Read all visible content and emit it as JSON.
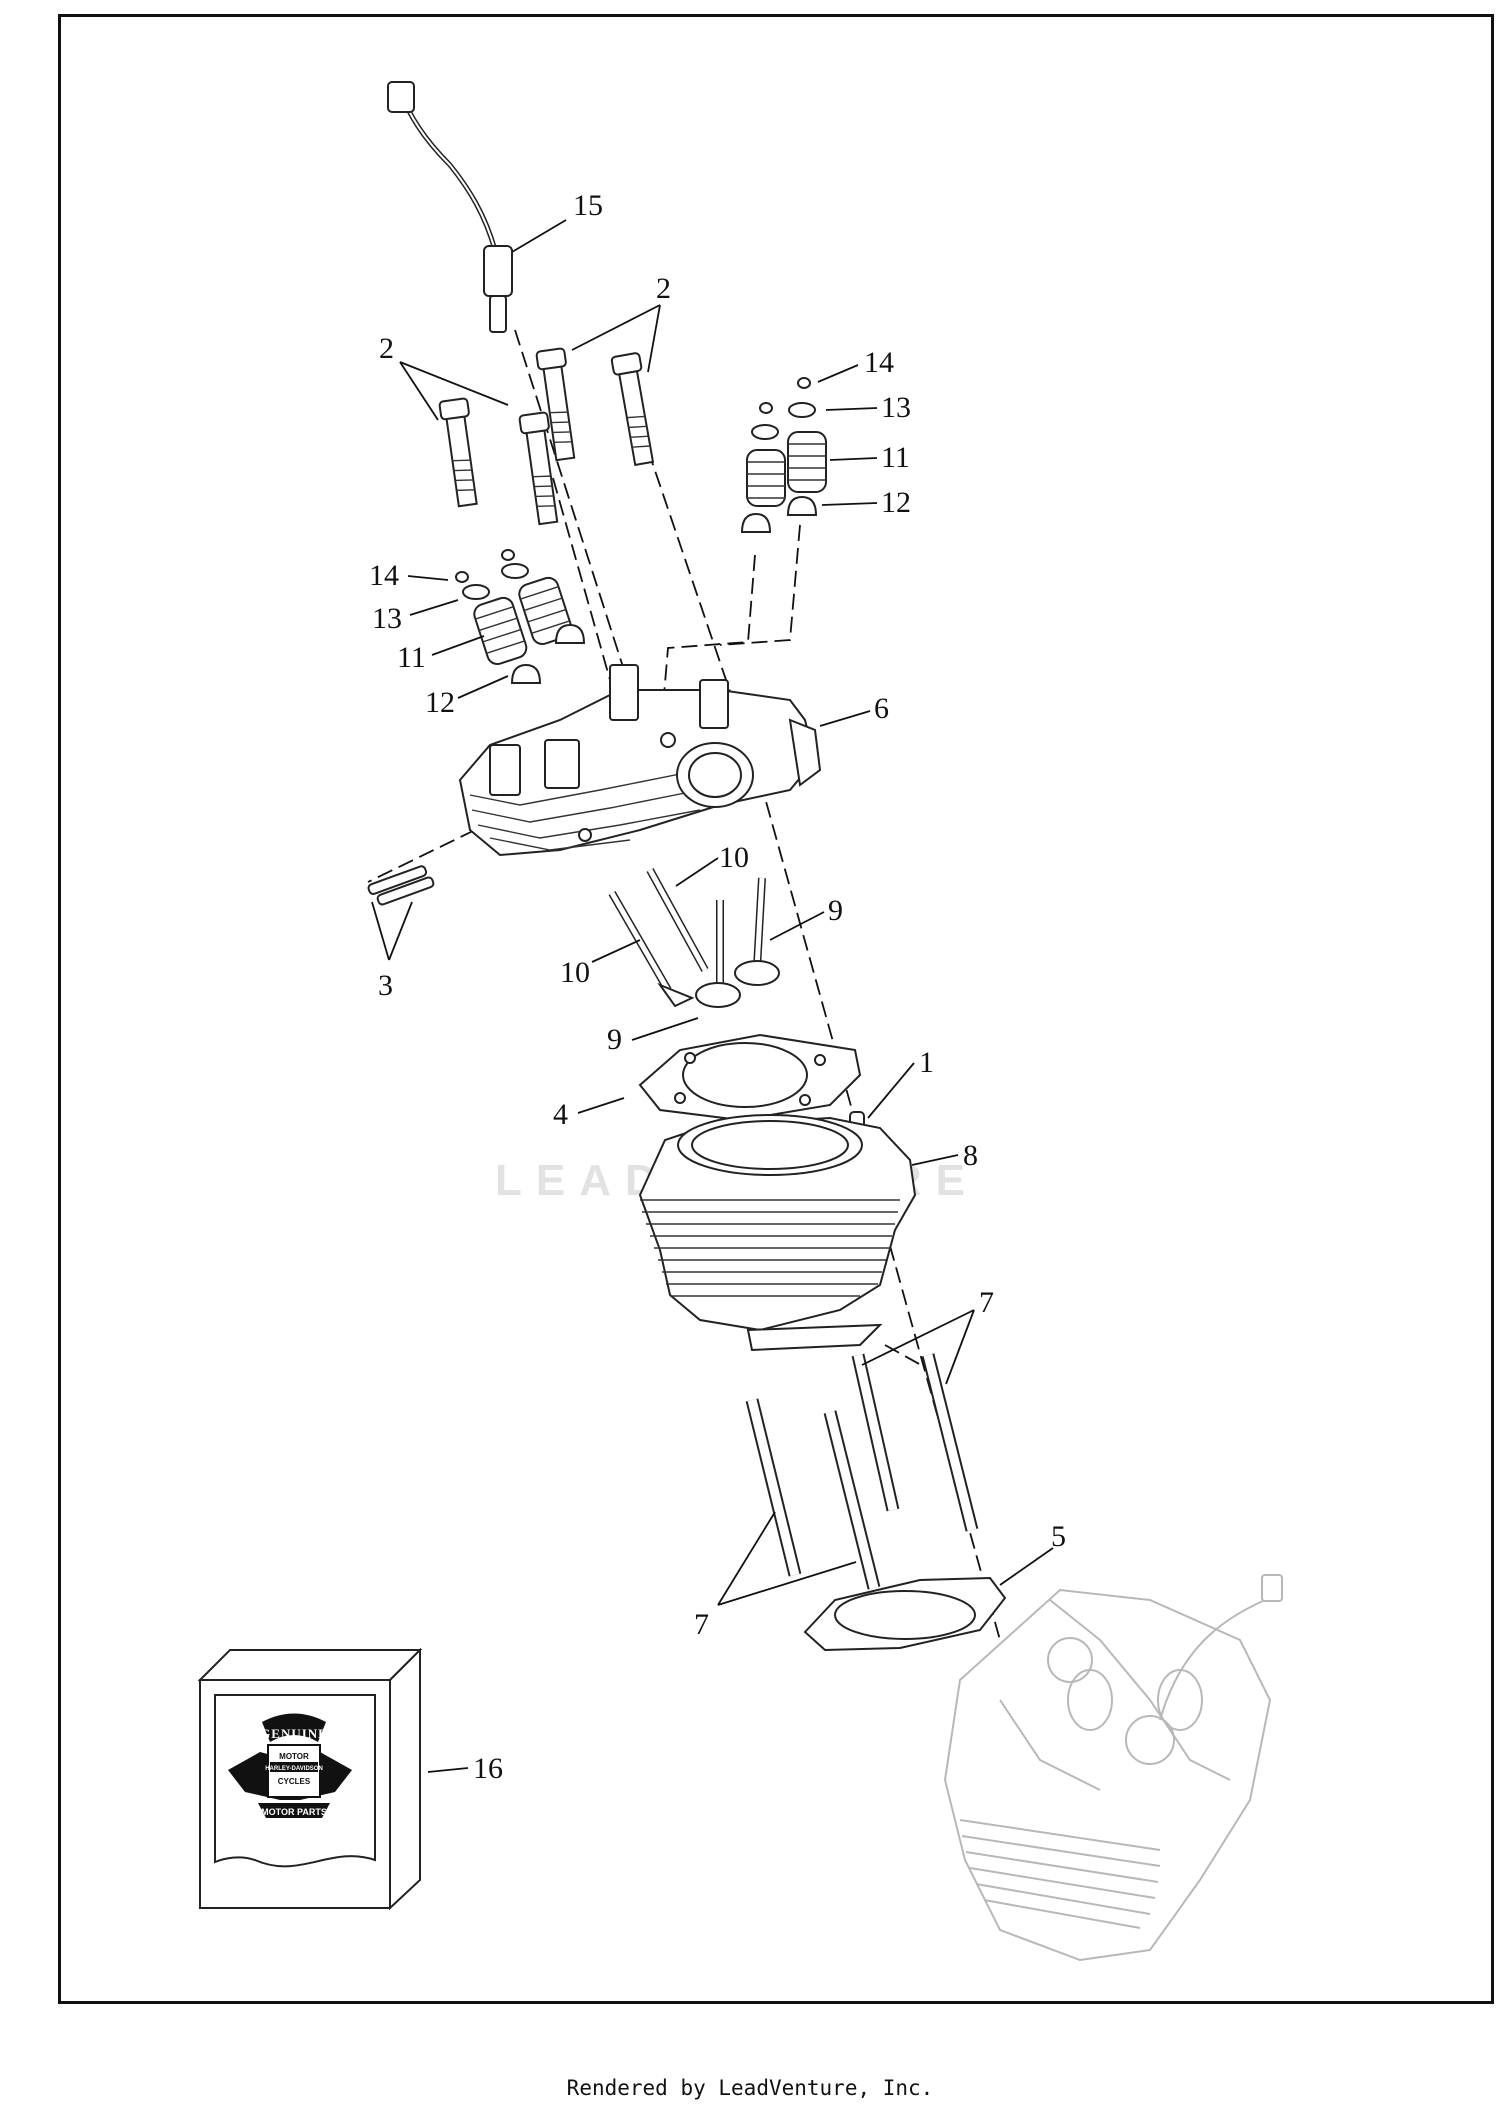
{
  "watermark": "LEADVENTURE",
  "footer": "Rendered by LeadVenture, Inc.",
  "manual_logo": {
    "line1": "GENUINE",
    "line2": "MOTOR",
    "line3": "HARLEY-DAVIDSON",
    "line4": "CYCLES",
    "line5": "MOTOR PARTS"
  },
  "callouts": [
    {
      "id": "15",
      "label": "15"
    },
    {
      "id": "2a",
      "label": "2"
    },
    {
      "id": "2b",
      "label": "2"
    },
    {
      "id": "14a",
      "label": "14"
    },
    {
      "id": "13a",
      "label": "13"
    },
    {
      "id": "11a",
      "label": "11"
    },
    {
      "id": "12a",
      "label": "12"
    },
    {
      "id": "14b",
      "label": "14"
    },
    {
      "id": "13b",
      "label": "13"
    },
    {
      "id": "11b",
      "label": "11"
    },
    {
      "id": "12b",
      "label": "12"
    },
    {
      "id": "6",
      "label": "6"
    },
    {
      "id": "10a",
      "label": "10"
    },
    {
      "id": "9a",
      "label": "9"
    },
    {
      "id": "10b",
      "label": "10"
    },
    {
      "id": "3",
      "label": "3"
    },
    {
      "id": "9b",
      "label": "9"
    },
    {
      "id": "1",
      "label": "1"
    },
    {
      "id": "4",
      "label": "4"
    },
    {
      "id": "8",
      "label": "8"
    },
    {
      "id": "7a",
      "label": "7"
    },
    {
      "id": "5",
      "label": "5"
    },
    {
      "id": "7b",
      "label": "7"
    },
    {
      "id": "16",
      "label": "16"
    }
  ]
}
